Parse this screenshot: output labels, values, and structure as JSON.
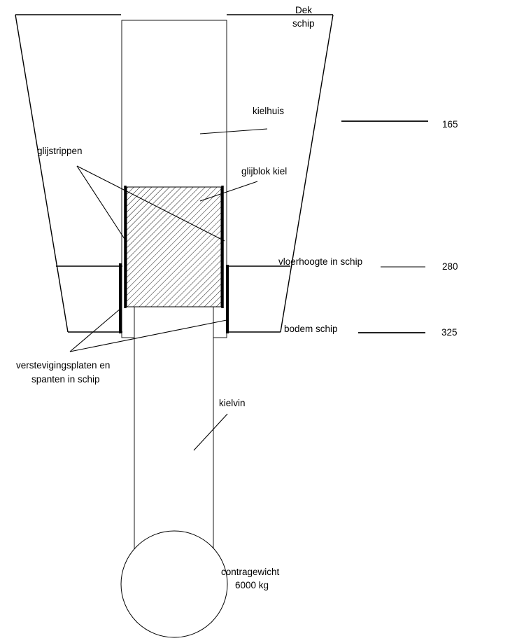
{
  "labels": {
    "deck_line1": "Dek",
    "deck_line2": "schip",
    "kielhuis": "kielhuis",
    "glijstrippen": "glijstrippen",
    "glijblok_kiel": "glijblok kiel",
    "vloerhoogte": "vloerhoogte in schip",
    "bodem": "bodem schip",
    "versteviging_line1": "verstevigingsplaten en",
    "versteviging_line2": "spanten in schip",
    "kielvin": "kielvin",
    "contragewicht_line1": "contragewicht",
    "contragewicht_line2": "6000 kg"
  },
  "levels": {
    "level_165": "165",
    "level_280": "280",
    "level_325": "325"
  },
  "colors": {
    "stroke": "#000000",
    "background": "#ffffff",
    "hatch": "#000000"
  }
}
